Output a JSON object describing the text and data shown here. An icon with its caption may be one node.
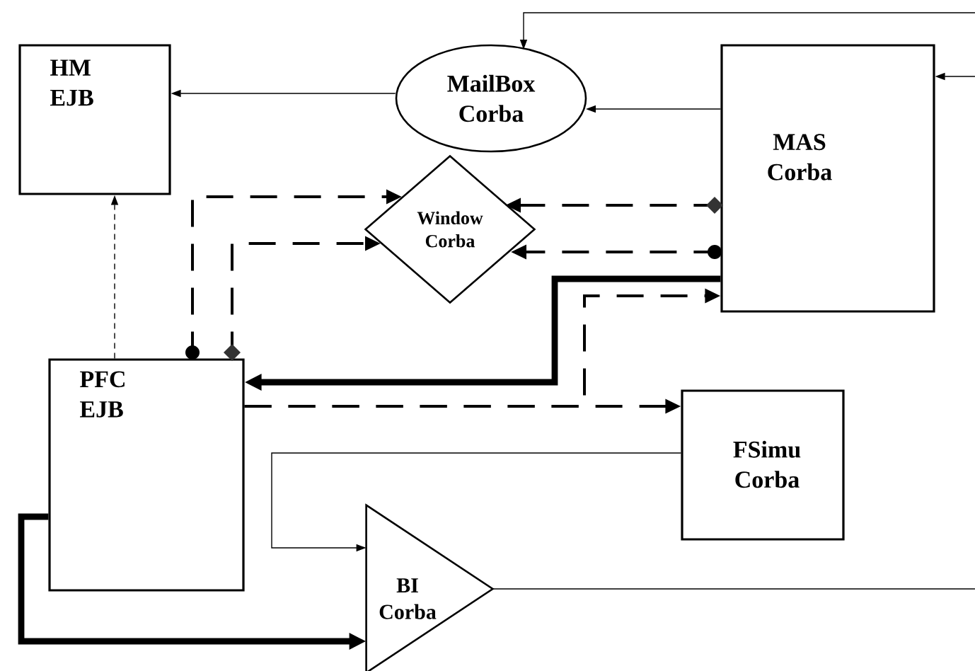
{
  "diagram": {
    "nodes": [
      {
        "text": [
          "HM EJB"
        ]
      },
      {
        "text": [
          "MailBox Corba"
        ]
      },
      {
        "text": [
          "MAS Corba"
        ]
      },
      {
        "text": [
          "Window Corba"
        ]
      },
      {
        "text": [
          "PFC EJB"
        ]
      },
      {
        "text": [
          "FSimu Corba"
        ]
      },
      {
        "text": [
          "BI Corba"
        ]
      }
    ],
    "edges": [
      {
        "from": 1,
        "to": 0,
        "arrow": "to"
      },
      {
        "from": 2,
        "to": 1,
        "arrow": "to"
      },
      {
        "from": null,
        "to": 1,
        "arrow": "to"
      },
      {
        "from": null,
        "to": 2,
        "arrow": "to"
      },
      {
        "from": 4,
        "to": 0,
        "arrow": "to",
        "style": "dashed"
      },
      {
        "from": 2,
        "to": 3,
        "arrow": "to",
        "style": "dashed"
      },
      {
        "from": 2,
        "to": 3,
        "arrow": "to",
        "style": "dashed"
      },
      {
        "from": 4,
        "to": 3,
        "arrow": "to",
        "style": "dashed"
      },
      {
        "from": 4,
        "to": 3,
        "arrow": "to",
        "style": "dashed"
      },
      {
        "from": 2,
        "to": 4,
        "arrow": "to",
        "style": "thick"
      },
      {
        "from": 4,
        "to": 5,
        "arrow": "to",
        "style": "dashed"
      },
      {
        "from": 4,
        "to": 2,
        "arrow": "to",
        "style": "dashed"
      },
      {
        "from": 5,
        "to": 6,
        "arrow": "to"
      },
      {
        "from": 4,
        "to": 6,
        "arrow": "to",
        "style": "thick"
      },
      {
        "from": 6,
        "to": null,
        "arrow": "none"
      }
    ]
  }
}
